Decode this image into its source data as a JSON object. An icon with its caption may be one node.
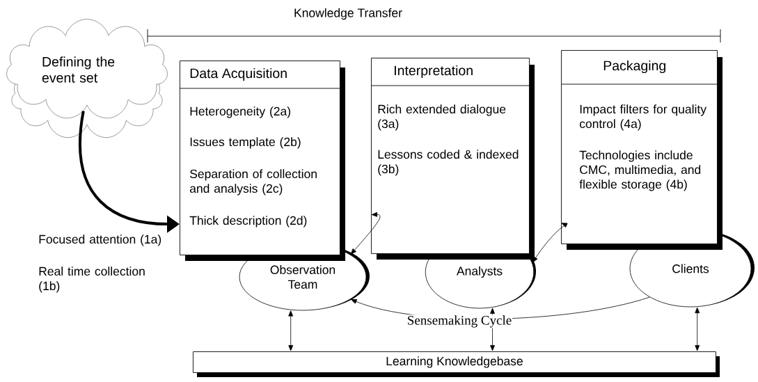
{
  "diagram": {
    "nodes": [
      {
        "text": [
          "Defining the event set"
        ]
      },
      {
        "text": [
          "Data Acquisition",
          "Heterogeneity (2a)",
          "Issues template (2b)",
          "Separation of collection and analysis (2c)",
          "Thick description (2d)"
        ]
      },
      {
        "text": [
          "Interpretation",
          "Rich extended dialogue (3a)",
          "Lessons coded & indexed (3b)"
        ]
      },
      {
        "text": [
          "Packaging",
          "Impact filters for quality control (4a)",
          "Technologies include CMC, multimedia, and flexible storage (4b)"
        ]
      },
      {
        "text": [
          "Observation Team"
        ]
      },
      {
        "text": [
          "Analysts"
        ]
      },
      {
        "text": [
          "Clients"
        ]
      },
      {
        "text": [
          "Learning Knowledgebase"
        ]
      }
    ],
    "edges": [
      {
        "from": 0,
        "to": 1,
        "arrow": "to",
        "style": "thick"
      },
      {
        "from": 4,
        "to": 2,
        "arrow": "both"
      },
      {
        "from": 5,
        "to": 3,
        "arrow": "both"
      },
      {
        "from": 4,
        "to": 7,
        "arrow": "both"
      },
      {
        "from": 5,
        "to": 7,
        "arrow": "both"
      },
      {
        "from": 6,
        "to": 7,
        "arrow": "both"
      },
      {
        "from": 6,
        "to": 4,
        "arrow": "to",
        "label": "Sensemaking Cycle"
      }
    ],
    "labels": [
      "Knowledge Transfer",
      "Focused attention (1a)",
      "Real time collection (1b)"
    ]
  }
}
